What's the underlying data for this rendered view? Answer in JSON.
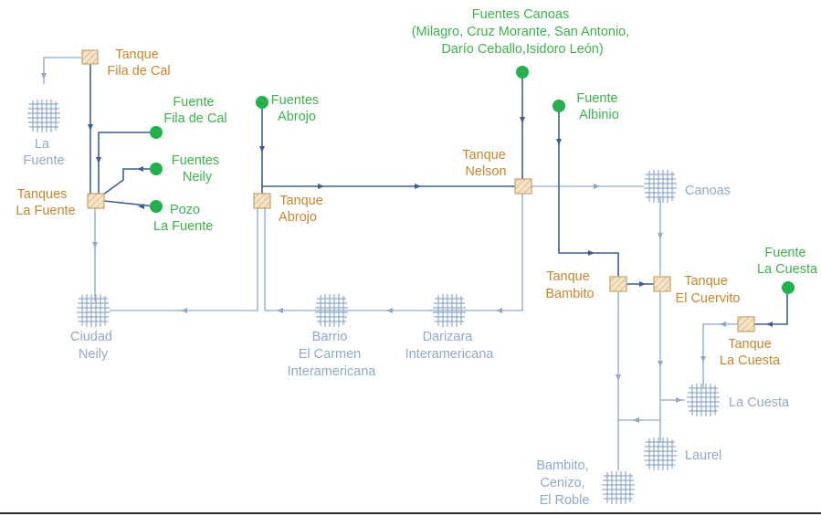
{
  "colors": {
    "source": "#3cb34a",
    "tank_label": "#c8862c",
    "tank_fill": "#f0dfc0",
    "community": "#8fa9c9",
    "pipe_light": "#9fb6d6",
    "pipe_dark": "#3c5f93"
  },
  "labels": {
    "tanque_fila_de_cal": [
      "Tanque",
      "Fila de Cal"
    ],
    "la_fuente": [
      "La",
      "Fuente"
    ],
    "fuente_fila_de_cal": [
      "Fuente",
      "Fila de Cal"
    ],
    "fuentes_neily": [
      "Fuentes",
      "Neily"
    ],
    "pozo_la_fuente": [
      "Pozo",
      "La Fuente"
    ],
    "tanques_la_fuente": [
      "Tanques",
      "La Fuente"
    ],
    "fuentes_abrojo": [
      "Fuentes",
      "Abrojo"
    ],
    "tanque_abrojo": [
      "Tanque",
      "Abrojo"
    ],
    "fuentes_canoas": [
      "Fuentes Canoas",
      "(Milagro, Cruz Morante, San Antonio,",
      "Darío Ceballo,Isidoro León)"
    ],
    "fuente_albinio": [
      "Fuente",
      "Albinio"
    ],
    "tanque_nelson": [
      "Tanque",
      "Nelson"
    ],
    "canoas": [
      "Canoas"
    ],
    "tanque_bambito": [
      "Tanque",
      "Bambito"
    ],
    "tanque_el_cuervito": [
      "Tanque",
      "El Cuervito"
    ],
    "fuente_la_cuesta": [
      "Fuente",
      "La Cuesta"
    ],
    "tanque_la_cuesta": [
      "Tanque",
      "La Cuesta"
    ],
    "la_cuesta": [
      "La Cuesta"
    ],
    "laurel": [
      "Laurel"
    ],
    "ciudad_neily": [
      "Ciudad",
      "Neily"
    ],
    "barrio_el_carmen": [
      "Barrio",
      "El Carmen",
      "Interamericana"
    ],
    "darizara": [
      "Darizara",
      "Interamericana"
    ],
    "bambito_cenizo": [
      "Bambito,",
      "Cenizo,",
      "El Roble"
    ]
  }
}
